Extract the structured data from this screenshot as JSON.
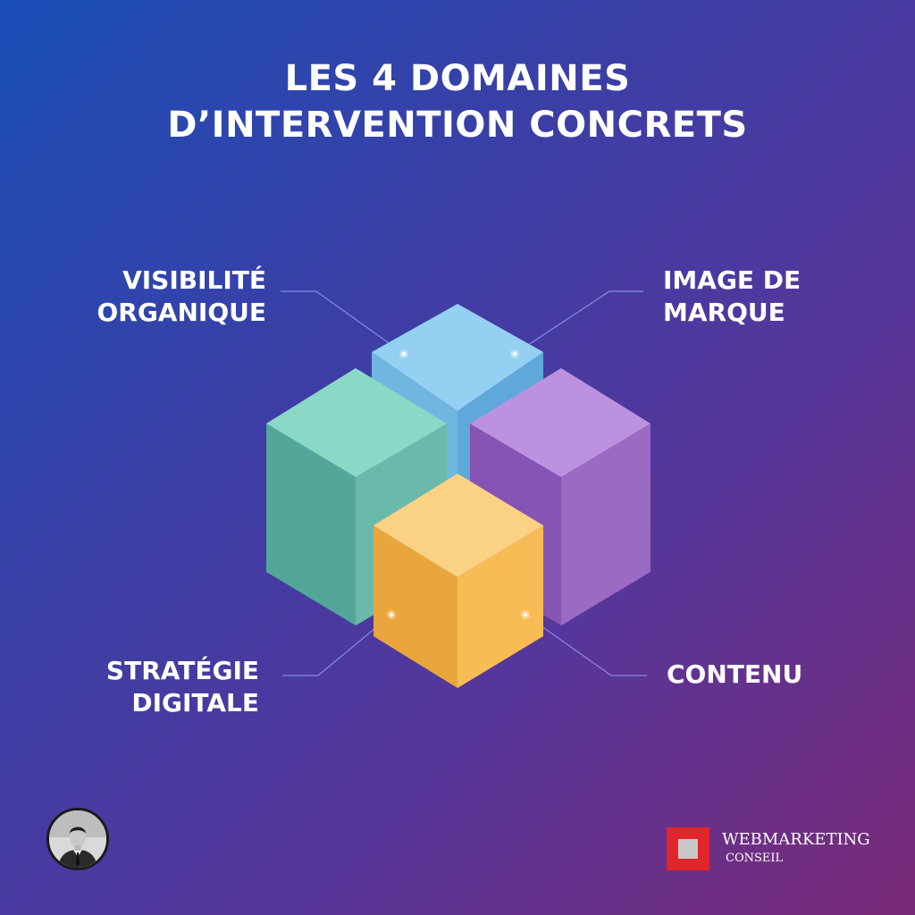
{
  "title": {
    "line1": "LES 4 DOMAINES",
    "line2": "D’INTERVENTION CONCRETS"
  },
  "domains": [
    {
      "id": "visibilite",
      "line1": "VISIBILITÉ",
      "line2": "ORGANIQUE",
      "color": "#8ecbee"
    },
    {
      "id": "image",
      "line1": "IMAGE DE",
      "line2": "MARQUE",
      "color": "#a17ad1"
    },
    {
      "id": "strategie",
      "line1": "STRATÉGIE",
      "line2": "DIGITALE",
      "color": "#f6b64f"
    },
    {
      "id": "contenu",
      "line1": "CONTENU",
      "color": "#7cc8b6"
    }
  ],
  "brand": {
    "name": "WEBMARKETING",
    "sub": "CONSEIL",
    "accent": "#e0262b"
  },
  "avatar": {
    "icon": "person-portrait-icon"
  }
}
